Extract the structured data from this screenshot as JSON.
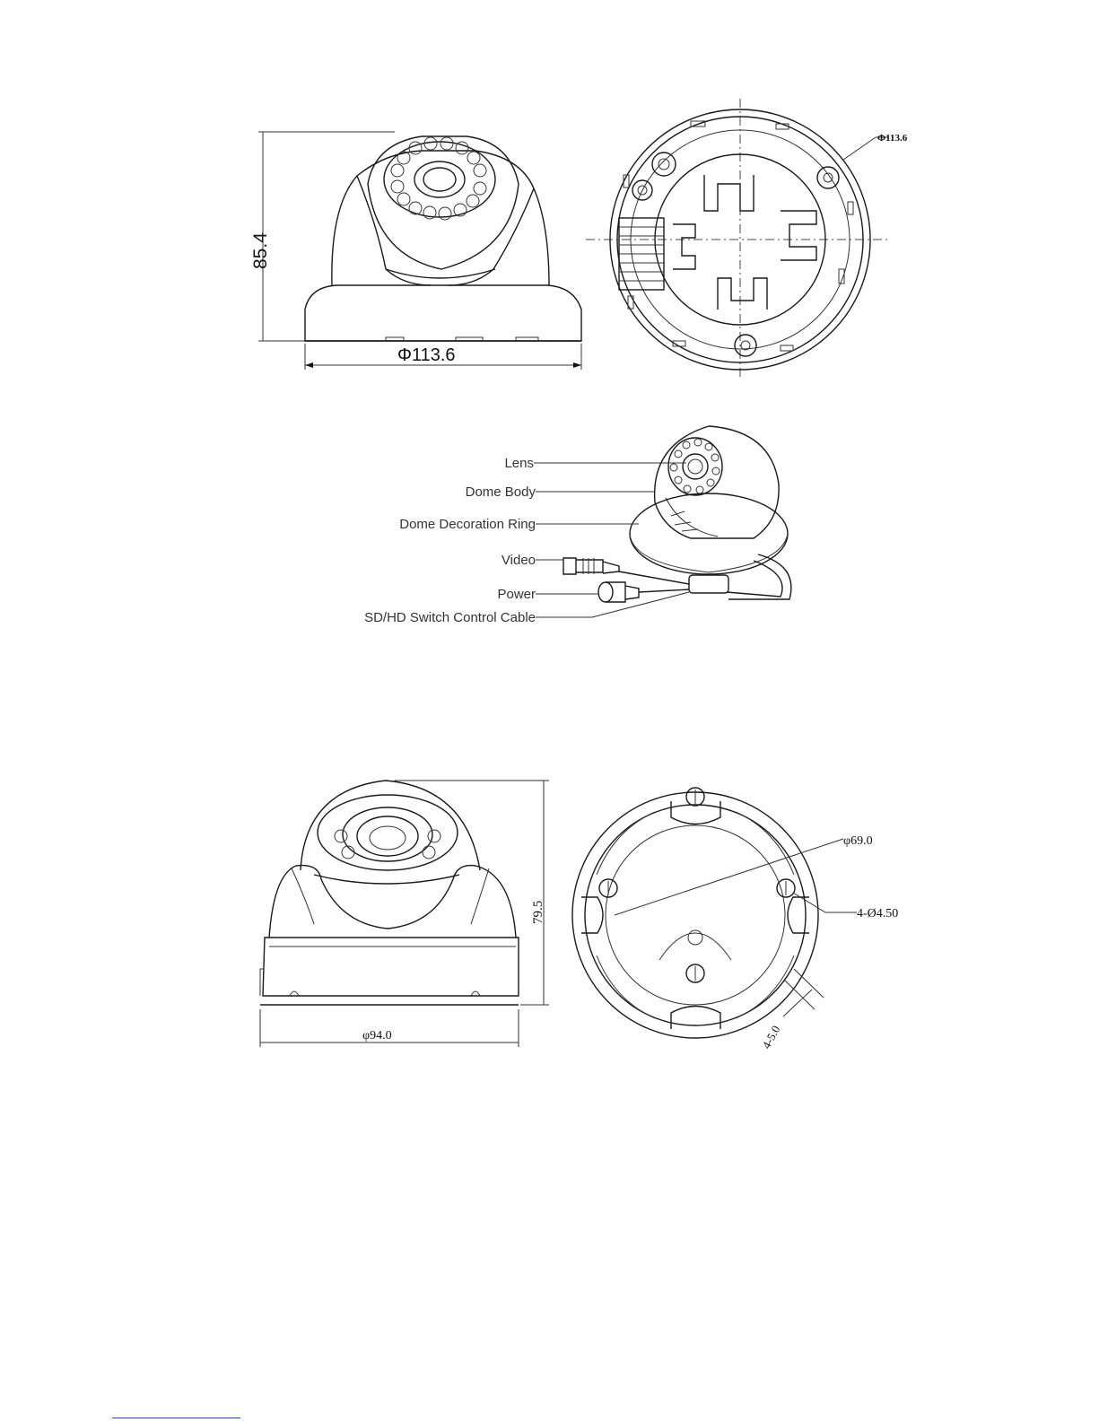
{
  "diagram1": {
    "height_label": "85.4",
    "width_label": "Φ113.6",
    "bottom_view_diameter_label": "Φ113.6"
  },
  "diagram2": {
    "callouts": [
      "Lens",
      "Dome Body",
      "Dome Decoration Ring",
      "Video",
      "Power",
      "SD/HD Switch Control Cable"
    ]
  },
  "diagram3": {
    "height_label": "79.5",
    "width_label": "φ94.0",
    "mount_circle_label": "φ69.0",
    "holes_label": "4-Ø4.50",
    "slot_label": "4-5.0"
  }
}
